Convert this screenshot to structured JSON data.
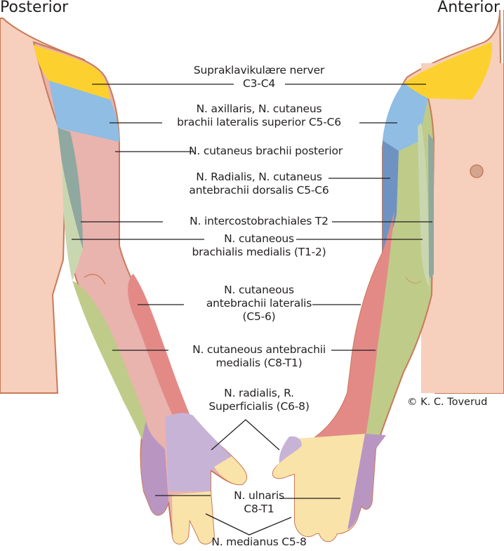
{
  "views": {
    "posterior": "Posterior",
    "anterior": "Anterior"
  },
  "copyright": "© K. C. Toverud",
  "colors": {
    "skin": "#f6cfbd",
    "outline": "#c97a58",
    "supraclavicular": "#fcd12f",
    "axillary": "#8fbde3",
    "posterior_brachial": "#e9b3ae",
    "radial_dorsal": "#6e93c2",
    "intercostobrachial": "#8fa8a0",
    "medial_brachial": "#c9d7b0",
    "lateral_antebrachial": "#e38a87",
    "medial_antebrachial": "#bfcb88",
    "radial_superficial": "#c7b3d6",
    "ulnar": "#b996c2",
    "median": "#f9e3a8",
    "leader": "#231f20"
  },
  "labels": {
    "supraclavicular": [
      "Supraklavikulære nerver",
      "C3-C4"
    ],
    "axillary": [
      "N. axillaris, N. cutaneus",
      "brachii lateralis superior C5-C6"
    ],
    "posterior_brachial": [
      "N. cutaneus brachii posterior"
    ],
    "radial_dorsal": [
      "N. Radialis, N. cutaneus",
      "antebrachii dorsalis C5-C6"
    ],
    "intercostobrachial": [
      "N. intercostobrachiales T2"
    ],
    "medial_brachial": [
      "N. cutaneous",
      "brachialis medialis (T1-2)"
    ],
    "lateral_antebrachial": [
      "N. cutaneous",
      "antebrachii lateralis",
      "(C5-6)"
    ],
    "medial_antebrachial": [
      "N. cutaneous antebrachii",
      "medialis (C8-T1)"
    ],
    "radial_superficial": [
      "N. radialis, R.",
      "Superficialis (C6-8)"
    ],
    "ulnar": [
      "N. ulnaris",
      "C8-T1"
    ],
    "median": [
      "N. medianus C5-8"
    ]
  }
}
